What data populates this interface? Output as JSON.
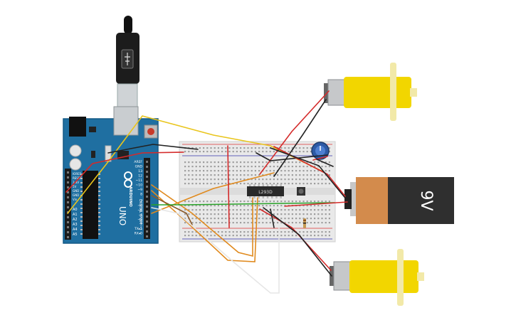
{
  "arduino": {
    "brand": "ARDUINO",
    "model": "UNO",
    "left_pins": [
      "IOREF",
      "RESET",
      "3.3V",
      "5V",
      "GND",
      "GND",
      "Vin"
    ],
    "analog_pins": [
      "A0",
      "A1",
      "A2",
      "A3",
      "A4",
      "A5"
    ],
    "digital_header_top": [
      "AREF",
      "GND",
      "13",
      "12",
      "~11",
      "~10",
      "~9",
      "8"
    ],
    "digital_header_bottom": [
      "7",
      "~6",
      "~5",
      "4",
      "~3",
      "2",
      "TX▸1",
      "RX◂0"
    ],
    "digital_label": "DIGITAL (PWM ~)"
  },
  "chip": {
    "label": "L293D"
  },
  "battery": {
    "label": "9V"
  },
  "colors": {
    "board_blue": "#1f6fa1",
    "breadboard": "#e9e9e9",
    "motor_yellow": "#f2d600",
    "battery_orange": "#d38b4c",
    "battery_dark": "#2f2f2f",
    "wire_red": "#d42a2a",
    "wire_yellow": "#e9c51c",
    "wire_orange": "#e08a1e",
    "wire_green": "#29a329",
    "wire_black": "#222222"
  }
}
